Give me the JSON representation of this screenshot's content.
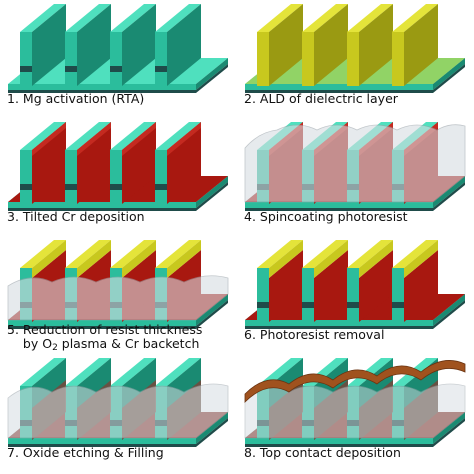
{
  "steps": [
    {
      "num": "1.",
      "caption": "Mg activation (RTA)"
    },
    {
      "num": "2.",
      "caption": "ALD of dielectric layer"
    },
    {
      "num": "3.",
      "caption": "Tilted Cr deposition"
    },
    {
      "num": "4.",
      "caption": "Spincoating photoresist"
    },
    {
      "num": "5.",
      "caption_line1": "Reduction of resist thickness",
      "caption_line2_pre": "by O",
      "caption_line2_sub": "2",
      "caption_line2_post": " plasma & Cr backetch"
    },
    {
      "num": "6.",
      "caption": "Photoresist removal"
    },
    {
      "num": "7.",
      "caption": "Oxide etching & Filling"
    },
    {
      "num": "8.",
      "caption": "Top contact deposition"
    }
  ],
  "colors": {
    "gan_light": "#4fe0be",
    "gan_mid": "#2bbd9c",
    "gan_dark": "#1a8a72",
    "mg_band": "#1f4c4a",
    "dielectric": "#c8c81e",
    "chromium": "#a81810",
    "photoresist": "#d7dde2",
    "top_contact": "#a0521e"
  }
}
